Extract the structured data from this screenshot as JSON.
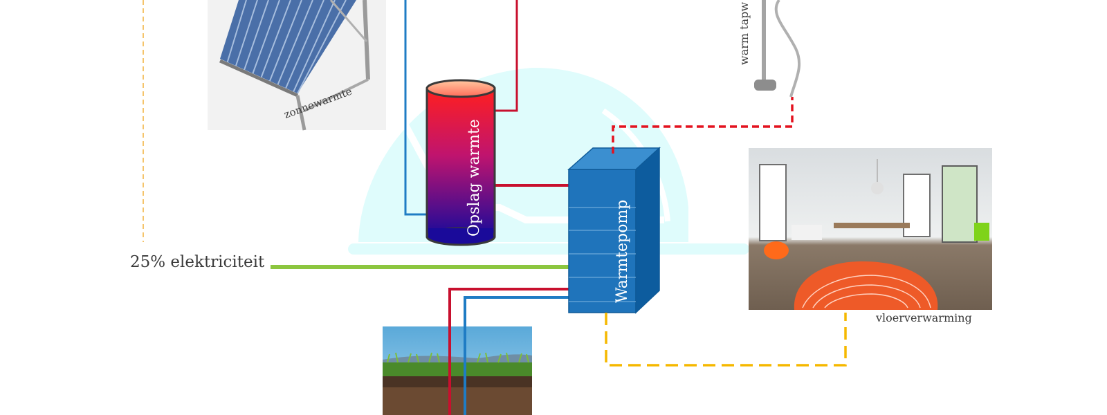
{
  "labels": {
    "electricity": "25% elektriciteit",
    "solar_heat": "zonnewarmte",
    "hot_tap_water": "warm tapw",
    "storage": "Opslag warmte",
    "heat_pump": "Warmtepomp",
    "floor_heating": "vloerverwarming"
  },
  "colors": {
    "hot_pipe": "#c8102e",
    "cold_pipe": "#1f7cc4",
    "electricity_line": "#8cc63f",
    "floor_loop": "#f5b800",
    "solar_dashed": "#f5c46b",
    "house_silhouette": "#dffcfc",
    "heat_pump_body": "#1f74bb"
  },
  "icons": {
    "solar_panel": "solar-collector-image",
    "shower": "shower-head-image",
    "room": "floor-heating-room-image",
    "ground": "ground-soil-image"
  }
}
